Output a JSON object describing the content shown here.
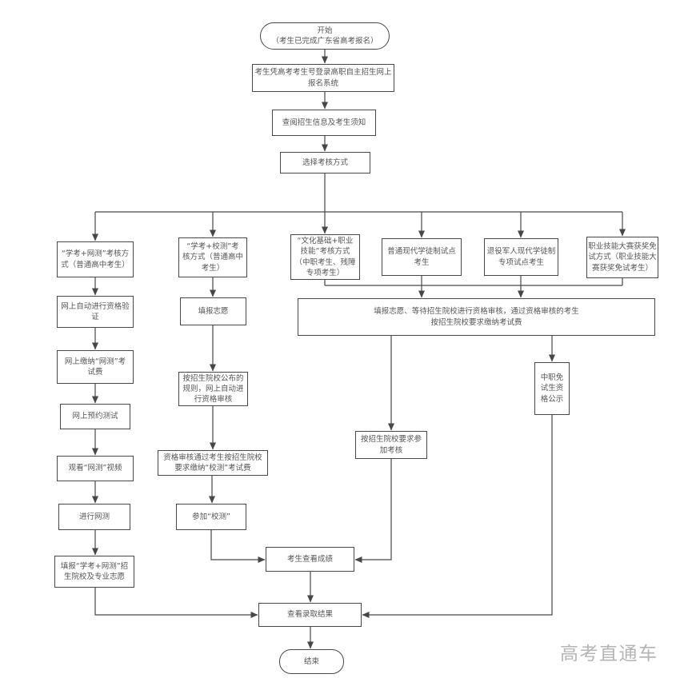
{
  "colors": {
    "line": "#474747",
    "box_border": "#474747",
    "text": "#555555",
    "watermark": "#b5b5b5",
    "background": "#ffffff"
  },
  "watermark": {
    "label": "高考直通车"
  },
  "nodes": {
    "start": {
      "text": "开始\n（考生已完成广东省高考报名）"
    },
    "login": {
      "text": "考生凭高考考生号登录高职自主招生网上\n报名系统"
    },
    "read_info": {
      "text": "查阅招生信息及考生须知"
    },
    "choose_method": {
      "text": "选择考核方式"
    },
    "method_xuekao_wangce": {
      "text": "“学考+网测”考核方\n式（普通高中考生）"
    },
    "method_xuekao_xiaoce": {
      "text": "“学考+校测”考\n核方式（普通高中\n考生）"
    },
    "method_wenhua_jineng": {
      "text": "“文化基础+职业\n技能”考核方式\n（中职考生、残障\n专项考生）"
    },
    "method_putong_xuetu": {
      "text": "普通现代学徒制试点\n考生"
    },
    "method_tuiyi_junren": {
      "text": "退役军人现代学徒制\n专项试点考生"
    },
    "method_jineng_dasai": {
      "text": "职业技能大赛获奖免\n试方式（职业技能大\n赛获奖免试考生）"
    },
    "online_verify": {
      "text": "网上自动进行资格验\n证"
    },
    "pay_wangce_fee": {
      "text": "网上缴纳“网测”考\n试费"
    },
    "online_reserve": {
      "text": "网上预约测试"
    },
    "watch_video": {
      "text": "观看“网测”视频"
    },
    "do_wangce": {
      "text": "进行网测"
    },
    "fill_wangce_wish": {
      "text": "填报“学考+网测”招\n生院校及专业志愿"
    },
    "fill_wish": {
      "text": "填报志愿"
    },
    "auto_review": {
      "text": "按招生院校公布的\n规则，网上自动进\n行资格审核"
    },
    "pay_xiaoce_fee": {
      "text": "资格审核通过考生按招生院校\n要求缴纳“校测”考试费"
    },
    "join_xiaoce": {
      "text": "参加“校测”"
    },
    "fill_wish_wait_review": {
      "text": "填报志愿、等待招生院校进行资格审核，通过资格审核的考生\n按招生院校要求缴纳考试费"
    },
    "zhongzhi_publicity": {
      "text": "中职免\n试生资\n格公示"
    },
    "join_exam": {
      "text": "按招生院校要求参\n加考核"
    },
    "view_score": {
      "text": "考生查看成绩"
    },
    "view_result": {
      "text": "查看录取结果"
    },
    "end": {
      "text": "结束"
    }
  }
}
